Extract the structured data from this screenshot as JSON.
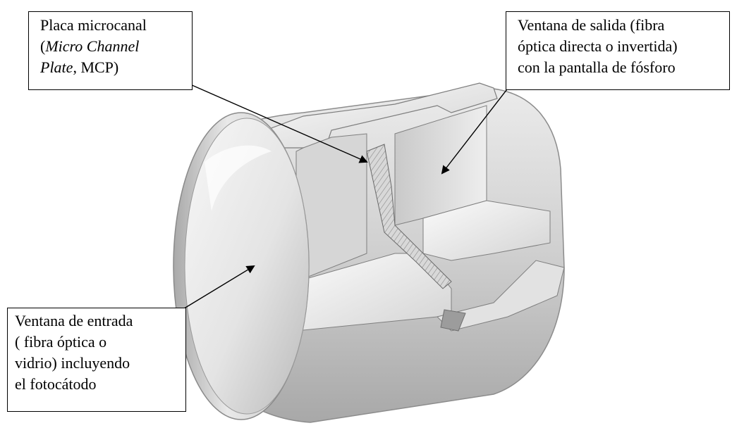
{
  "labels": {
    "mcp": {
      "line1": "Placa microcanal",
      "line2_open": "(",
      "line2_italic": "Micro Channel",
      "line3_italic": "Plate",
      "line3_rest": ", MCP)"
    },
    "output_window": {
      "line1": "Ventana de salida (fibra",
      "line2": "óptica directa o invertida)",
      "line3": "con la pantalla de fósforo"
    },
    "input_window": {
      "line1": "Ventana de entrada",
      "line2": "( fibra óptica o",
      "line3": "vidrio) incluyendo",
      "line4": "el fotocátodo"
    }
  },
  "colors": {
    "background": "#ffffff",
    "text": "#000000",
    "metal_light": "#f2f2f2",
    "metal_mid": "#c8c8c8",
    "metal_dark": "#8e8e8e"
  }
}
